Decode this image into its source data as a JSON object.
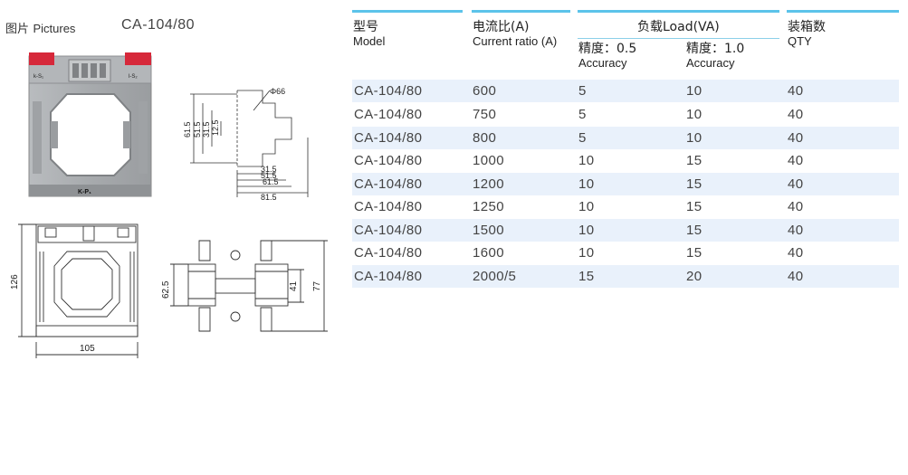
{
  "pictures": {
    "label_cn": "图片",
    "label_en": "Pictures",
    "model": "CA-104/80"
  },
  "drawing_labels": {
    "terminal_left": "k-S₁",
    "terminal_right": "l-S₂",
    "bottom_mark": "K-P₁",
    "dim_diameter": "Φ66",
    "dims_vertical": [
      "61.5",
      "51.5",
      "31.5",
      "12.5"
    ],
    "dims_horizontal": [
      "31.5",
      "51.5",
      "61.5",
      "81.5"
    ],
    "front_height": "126",
    "front_width": "105",
    "side_height_a": "62.5",
    "side_height_b": "41",
    "side_height_c": "77"
  },
  "table": {
    "headers": {
      "model_cn": "型号",
      "model_en": "Model",
      "ratio_cn": "电流比(A)",
      "ratio_en": "Current ratio (A)",
      "load": "负载Load(VA)",
      "acc1_cn": "精度：0.5",
      "acc1_en": "Accuracy",
      "acc2_cn": "精度：1.0",
      "acc2_en": "Accuracy",
      "qty_cn": "装箱数",
      "qty_en": "QTY"
    },
    "rows": [
      [
        "CA-104/80",
        "600",
        "5",
        "10",
        "40"
      ],
      [
        "CA-104/80",
        "750",
        "5",
        "10",
        "40"
      ],
      [
        "CA-104/80",
        "800",
        "5",
        "10",
        "40"
      ],
      [
        "CA-104/80",
        "1000",
        "10",
        "15",
        "40"
      ],
      [
        "CA-104/80",
        "1200",
        "10",
        "15",
        "40"
      ],
      [
        "CA-104/80",
        "1250",
        "10",
        "15",
        "40"
      ],
      [
        "CA-104/80",
        "1500",
        "10",
        "15",
        "40"
      ],
      [
        "CA-104/80",
        "1600",
        "10",
        "15",
        "40"
      ],
      [
        "CA-104/80",
        "2000/5",
        "15",
        "20",
        "40"
      ]
    ]
  },
  "colors": {
    "accent": "#5cc3ea",
    "row_shade": "#e9f1fb",
    "housing": "#a9acaf",
    "terminal_red": "#d6283a"
  }
}
